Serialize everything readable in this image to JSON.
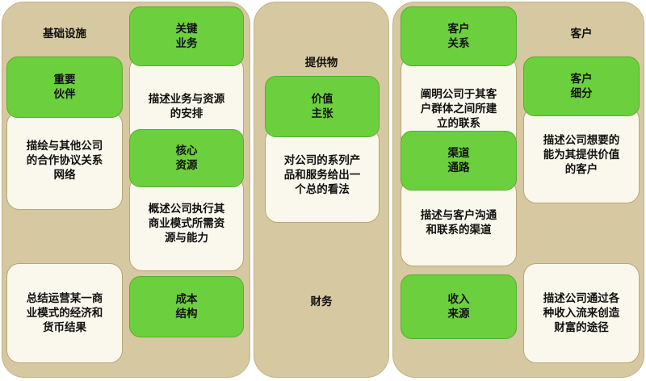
{
  "labels": {
    "infrastructure": "基础设施",
    "offering": "提供物",
    "customer": "客户",
    "finance": "财务"
  },
  "blocks": {
    "key_activities": {
      "title": "关键\n业务",
      "desc": "描述业务与资源\n的安排"
    },
    "key_partners": {
      "title": "重要\n伙伴",
      "desc": "描绘与其他公司\n的合作协议关系\n网络"
    },
    "key_resources": {
      "title": "核心\n资源",
      "desc": "概述公司执行其\n商业模式所需资\n源与能力"
    },
    "value_proposition": {
      "title": "价值\n主张",
      "desc": "对公司的系列产\n品和服务给出一\n个总的看法"
    },
    "customer_relationships": {
      "title": "客户\n关系",
      "desc": "阐明公司于其客\n户群体之间所建\n立的联系"
    },
    "customer_segments": {
      "title": "客户\n细分",
      "desc": "描述公司想要的\n能为其提供价值\n的客户"
    },
    "channels": {
      "title": "渠道\n通路",
      "desc": "描述与客户沟通\n和联系的渠道"
    },
    "cost_structure": {
      "title": "成本\n结构",
      "desc": "总结运营某一商\n业模式的经济和\n货币结果"
    },
    "revenue_streams": {
      "title": "收入\n来源",
      "desc": "描述公司通过各\n种收入流来创造\n财富的途径"
    }
  },
  "colors": {
    "panel": "#d6c8a0",
    "green": "#6ccf3e",
    "light_box": "#faf8ec"
  }
}
